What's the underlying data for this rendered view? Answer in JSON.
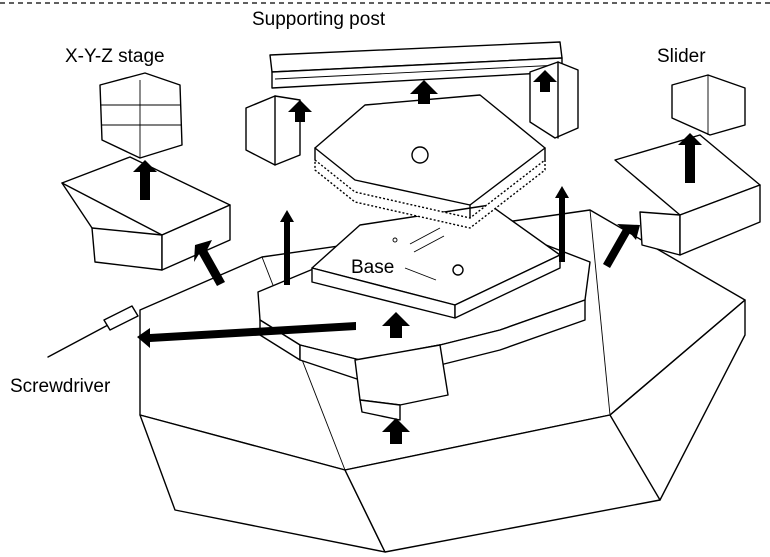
{
  "labels": {
    "supporting_post": "Supporting post",
    "xyz_stage": "X-Y-Z stage",
    "slider": "Slider",
    "base": "Base",
    "screwdriver": "Screwdriver"
  },
  "colors": {
    "ink": "#000000",
    "paper": "#ffffff"
  }
}
